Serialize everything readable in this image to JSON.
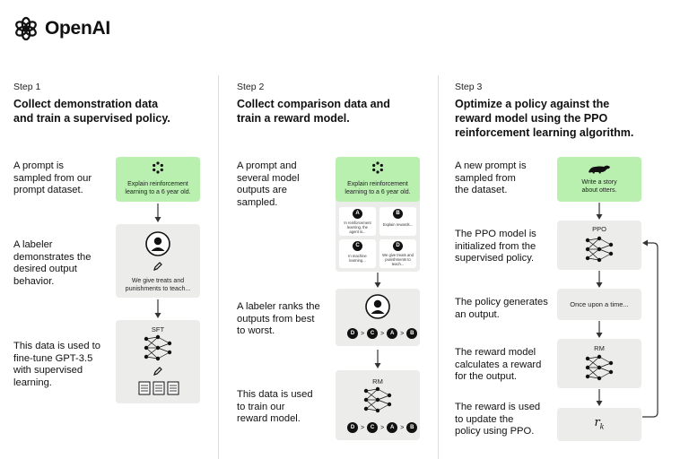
{
  "brand": {
    "name": "OpenAI"
  },
  "colors": {
    "green_box": "#b9f0b0",
    "gray_box": "#ececea",
    "text": "#111111"
  },
  "step1": {
    "label": "Step 1",
    "title_line1": "Collect demonstration data",
    "title_line2": "and train a supervised policy.",
    "desc1": [
      "A prompt is",
      "sampled from our",
      "prompt dataset."
    ],
    "desc2": [
      "A labeler",
      "demonstrates the",
      "desired output",
      "behavior."
    ],
    "desc3": [
      "This data is used to",
      "fine-tune GPT-3.5",
      "with supervised",
      "learning."
    ],
    "prompt_box": [
      "Explain reinforcement",
      "learning to a 6 year old."
    ],
    "labeler_box": [
      "We give treats and",
      "punishments to teach..."
    ],
    "sft_label": "SFT"
  },
  "step2": {
    "label": "Step 2",
    "title_line1": "Collect comparison data and",
    "title_line2": "train a reward model.",
    "desc1": [
      "A prompt and",
      "several model",
      "outputs are",
      "sampled."
    ],
    "desc2": [
      "A labeler ranks the",
      "outputs from best",
      "to worst."
    ],
    "desc3": [
      "This data is used",
      "to train our",
      "reward model."
    ],
    "prompt_box": [
      "Explain reinforcement",
      "learning to a 6 year old."
    ],
    "outputs": [
      {
        "letter": "A",
        "text": [
          "In reinforcement",
          "learning, the",
          "agent is..."
        ]
      },
      {
        "letter": "B",
        "text": [
          "Explain rewards..."
        ]
      },
      {
        "letter": "C",
        "text": [
          "In machine",
          "learning..."
        ]
      },
      {
        "letter": "D",
        "text": [
          "We give treats and",
          "punishments to",
          "teach..."
        ]
      }
    ],
    "ranking": [
      "D",
      "C",
      "A",
      "B"
    ],
    "rm_label": "RM"
  },
  "step3": {
    "label": "Step 3",
    "title_line1": "Optimize a policy against the",
    "title_line2": "reward model using the PPO",
    "title_line3": "reinforcement learning algorithm.",
    "desc1": [
      "A new prompt is",
      "sampled from",
      "the dataset."
    ],
    "desc2": [
      "The PPO model is",
      "initialized from the",
      "supervised policy."
    ],
    "desc3": [
      "The policy generates",
      "an output."
    ],
    "desc4": [
      "The reward model",
      "calculates a reward",
      "for the output."
    ],
    "desc5": [
      "The reward is used",
      "to update the",
      "policy using PPO."
    ],
    "prompt_box": [
      "Write a story",
      "about otters."
    ],
    "ppo_label": "PPO",
    "output_box": "Once upon a time...",
    "rm_label": "RM",
    "reward_symbol": "r",
    "reward_sub": "k"
  }
}
